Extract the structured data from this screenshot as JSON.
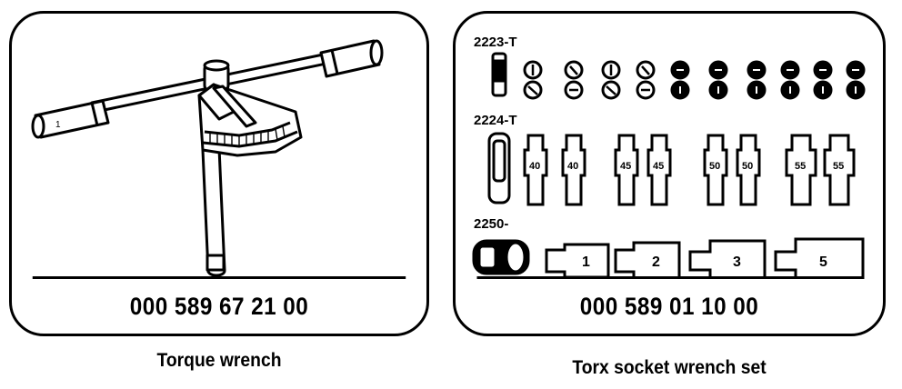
{
  "left_panel": {
    "part_number": "000 589 67 21 00",
    "caption": "Torque wrench"
  },
  "right_panel": {
    "part_number": "000 589 01 10 00",
    "caption": "Torx socket wrench set",
    "set_codes": [
      "2223-T",
      "2224-T",
      "2250-"
    ],
    "socket_labels": [
      "40",
      "40",
      "45",
      "45",
      "50",
      "50",
      "55",
      "55"
    ],
    "bit_labels": [
      "1",
      "2",
      "3",
      "5"
    ]
  }
}
